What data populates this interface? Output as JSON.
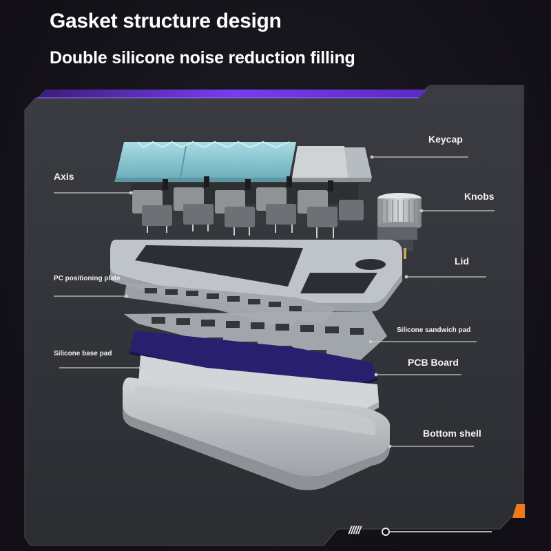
{
  "header": {
    "title": "Gasket structure design",
    "subtitle": "Double silicone noise reduction filling"
  },
  "labels": {
    "keycap": "Keycap",
    "axis": "Axis",
    "knobs": "Knobs",
    "lid": "Lid",
    "pc_plate": "PC positioning plate",
    "sandwich_pad": "Silicone sandwich pad",
    "base_pad": "Silicone base pad",
    "pcb": "PCB Board",
    "bottom_shell": "Bottom shell"
  },
  "footer": {
    "slashes": "/////"
  },
  "colors": {
    "accent_purple": "#6a30d8",
    "accent_orange": "#f07a1a",
    "keycap_blue": "#8ec9d3",
    "pcb_purple": "#2a1f6e",
    "shell_gray": "#b9bec2"
  }
}
